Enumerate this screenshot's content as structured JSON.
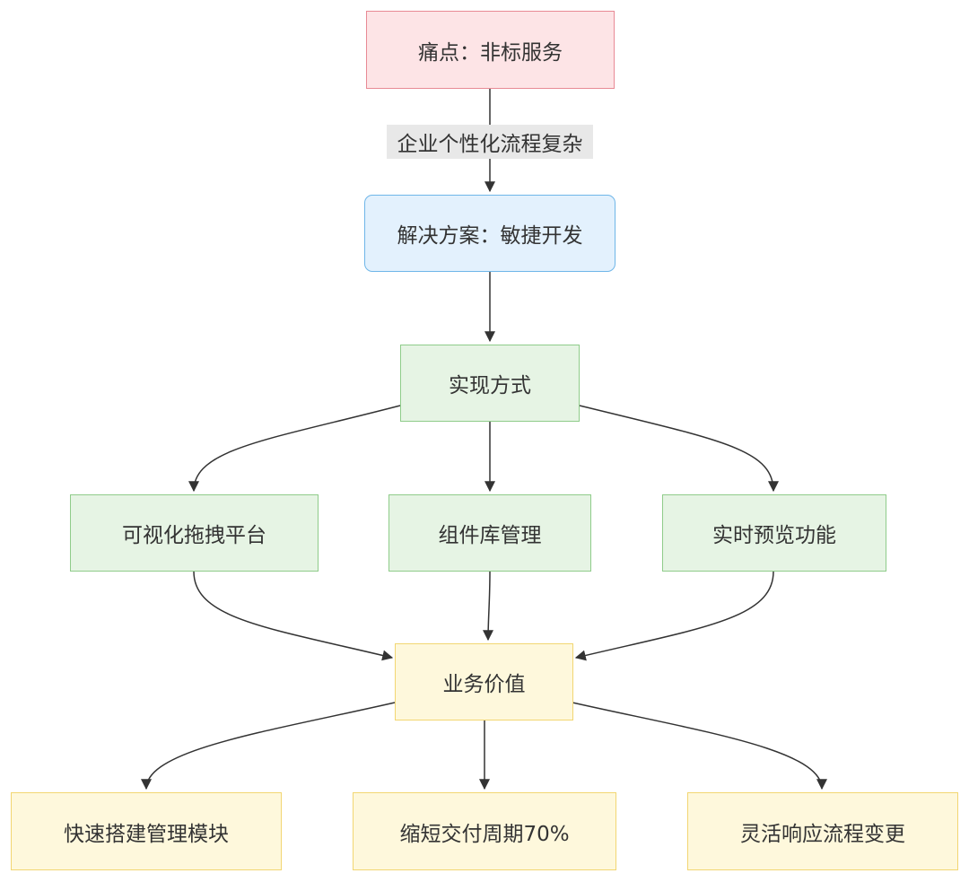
{
  "nodes": {
    "pain": {
      "label": "痛点：非标服务",
      "fill": "#fde4e6",
      "stroke": "#e88a95"
    },
    "solution": {
      "label": "解决方案：敏捷开发",
      "fill": "#e3f1fd",
      "stroke": "#6fb6e8"
    },
    "impl": {
      "label": "实现方式",
      "fill": "#e6f4e4",
      "stroke": "#8fcc8a"
    },
    "visual": {
      "label": "可视化拖拽平台",
      "fill": "#e6f4e4",
      "stroke": "#8fcc8a"
    },
    "component": {
      "label": "组件库管理",
      "fill": "#e6f4e4",
      "stroke": "#8fcc8a"
    },
    "preview": {
      "label": "实时预览功能",
      "fill": "#e6f4e4",
      "stroke": "#8fcc8a"
    },
    "value": {
      "label": "业务价值",
      "fill": "#fef8dc",
      "stroke": "#f2d672"
    },
    "fast": {
      "label": "快速搭建管理模块",
      "fill": "#fef8dc",
      "stroke": "#f2d672"
    },
    "shorten": {
      "label": "缩短交付周期70%",
      "fill": "#fef8dc",
      "stroke": "#f2d672"
    },
    "flexible": {
      "label": "灵活响应流程变更",
      "fill": "#fef8dc",
      "stroke": "#f2d672"
    }
  },
  "edges": {
    "pain_to_solution": {
      "label": "企业个性化流程复杂"
    }
  },
  "colors": {
    "arrow": "#333333",
    "edge_label_bg": "#e8e8e8"
  }
}
